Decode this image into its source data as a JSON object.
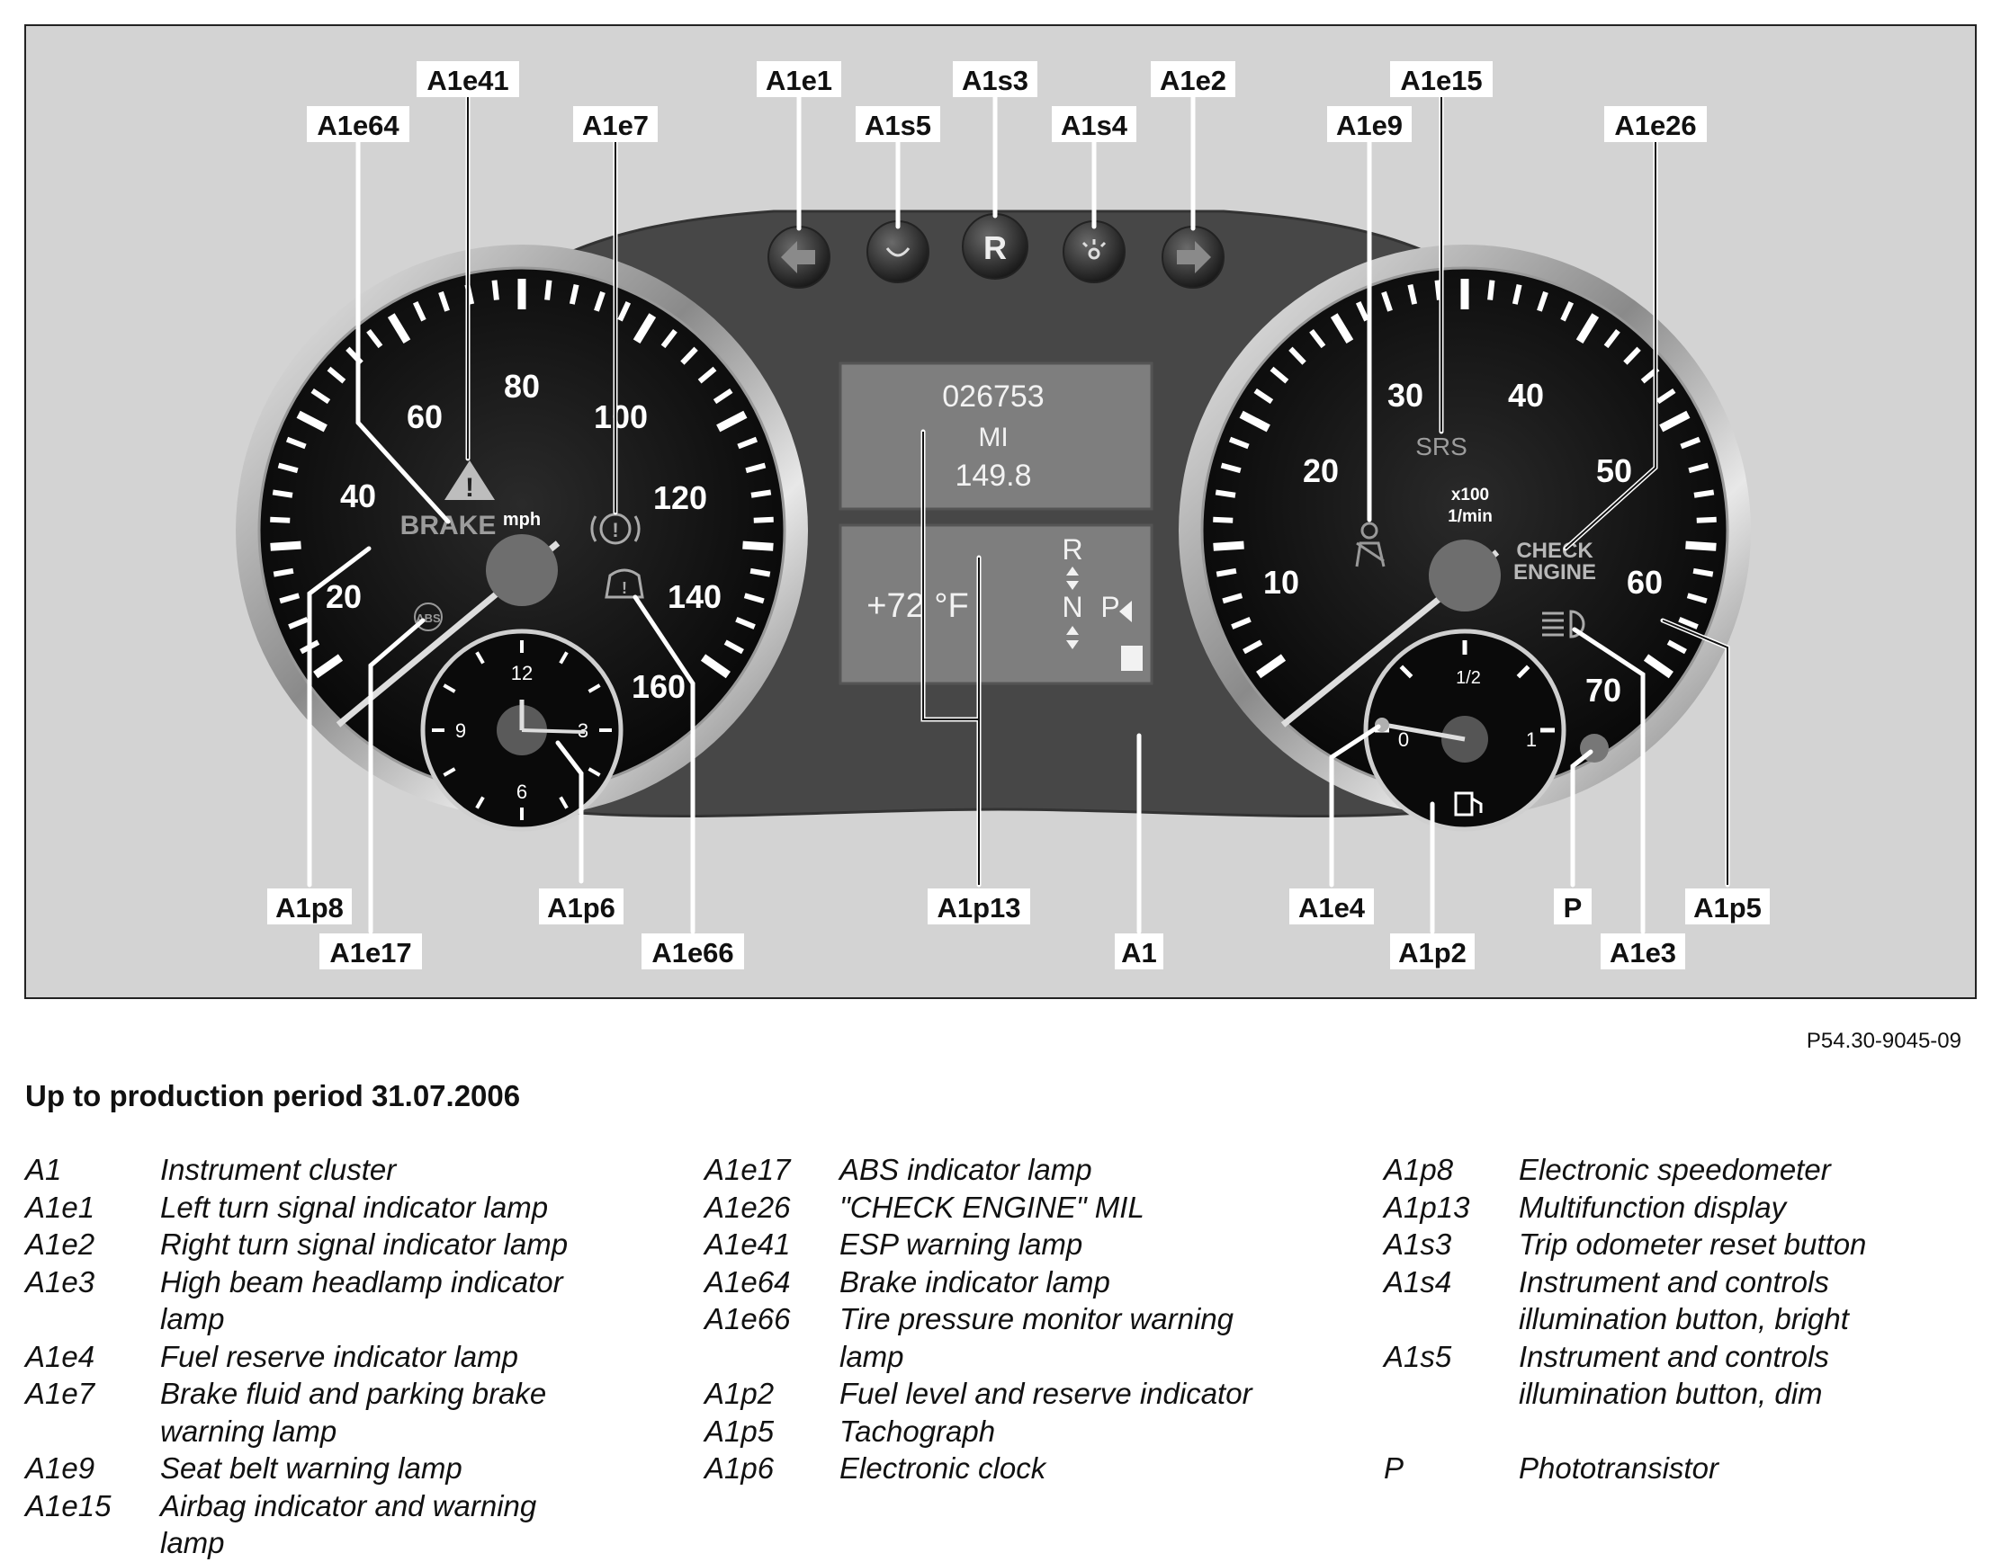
{
  "diagram": {
    "callouts": [
      {
        "id": "A1e41",
        "label": "A1e41"
      },
      {
        "id": "A1e64",
        "label": "A1e64"
      },
      {
        "id": "A1e7",
        "label": "A1e7"
      },
      {
        "id": "A1e1",
        "label": "A1e1"
      },
      {
        "id": "A1s5",
        "label": "A1s5"
      },
      {
        "id": "A1s3",
        "label": "A1s3"
      },
      {
        "id": "A1s4",
        "label": "A1s4"
      },
      {
        "id": "A1e2",
        "label": "A1e2"
      },
      {
        "id": "A1e15",
        "label": "A1e15"
      },
      {
        "id": "A1e9",
        "label": "A1e9"
      },
      {
        "id": "A1e26",
        "label": "A1e26"
      },
      {
        "id": "A1p8",
        "label": "A1p8"
      },
      {
        "id": "A1e17",
        "label": "A1e17"
      },
      {
        "id": "A1p6",
        "label": "A1p6"
      },
      {
        "id": "A1e66",
        "label": "A1e66"
      },
      {
        "id": "A1p13",
        "label": "A1p13"
      },
      {
        "id": "A1",
        "label": "A1"
      },
      {
        "id": "A1e4",
        "label": "A1e4"
      },
      {
        "id": "A1p2",
        "label": "A1p2"
      },
      {
        "id": "P",
        "label": "P"
      },
      {
        "id": "A1e3",
        "label": "A1e3"
      },
      {
        "id": "A1p5",
        "label": "A1p5"
      }
    ],
    "speedometer": {
      "scale": [
        "20",
        "40",
        "60",
        "80",
        "100",
        "120",
        "140",
        "160"
      ],
      "unit": "mph",
      "brake_text": "BRAKE",
      "abs_text": "ABS"
    },
    "tachometer": {
      "scale": [
        "10",
        "20",
        "30",
        "40",
        "50",
        "60",
        "70"
      ],
      "unit_line1": "x100",
      "unit_line2": "1/min",
      "srs_text": "SRS",
      "check_line1": "CHECK",
      "check_line2": "ENGINE"
    },
    "clock_numbers": [
      "12",
      "3",
      "6",
      "9"
    ],
    "fuel_gauge": {
      "empty": "0",
      "half": "1/2",
      "full": "1"
    },
    "display": {
      "odometer": "026753",
      "unit": "MI",
      "trip": "149.8",
      "temperature": "+72 °F",
      "gear_r": "R",
      "gear_n": "N",
      "gear_p": "P"
    },
    "button_r": "R"
  },
  "figure_ref": "P54.30-9045-09",
  "subtitle": "Up to production period 31.07.2006",
  "legend": {
    "col1": [
      {
        "code": "A1",
        "desc": "Instrument cluster"
      },
      {
        "code": "A1e1",
        "desc": "Left turn signal indicator lamp"
      },
      {
        "code": "A1e2",
        "desc": "Right turn signal indicator lamp"
      },
      {
        "code": "A1e3",
        "desc": "High beam headlamp indicator lamp"
      },
      {
        "code": "A1e4",
        "desc": "Fuel reserve indicator lamp"
      },
      {
        "code": "A1e7",
        "desc": "Brake fluid and parking brake warning lamp"
      },
      {
        "code": "A1e9",
        "desc": "Seat belt warning lamp"
      },
      {
        "code": "A1e15",
        "desc": "Airbag indicator and warning lamp"
      }
    ],
    "col2": [
      {
        "code": "A1e17",
        "desc": "ABS indicator lamp"
      },
      {
        "code": "A1e26",
        "desc": "\"CHECK ENGINE\" MIL"
      },
      {
        "code": "A1e41",
        "desc": "ESP warning lamp"
      },
      {
        "code": "A1e64",
        "desc": "Brake indicator lamp"
      },
      {
        "code": "A1e66",
        "desc": "Tire pressure monitor warning lamp"
      },
      {
        "code": "A1p2",
        "desc": "Fuel level and reserve indicator"
      },
      {
        "code": "A1p5",
        "desc": "Tachograph"
      },
      {
        "code": "A1p6",
        "desc": "Electronic clock"
      }
    ],
    "col3": [
      {
        "code": "A1p8",
        "desc": "Electronic speedometer"
      },
      {
        "code": "A1p13",
        "desc": "Multifunction display"
      },
      {
        "code": "A1s3",
        "desc": "Trip odometer reset button"
      },
      {
        "code": "A1s4",
        "desc": "Instrument and controls illumination button, bright"
      },
      {
        "code": "A1s5",
        "desc": "Instrument and controls illumination button, dim"
      },
      {
        "code": "P",
        "desc": "Phototransistor"
      }
    ]
  }
}
